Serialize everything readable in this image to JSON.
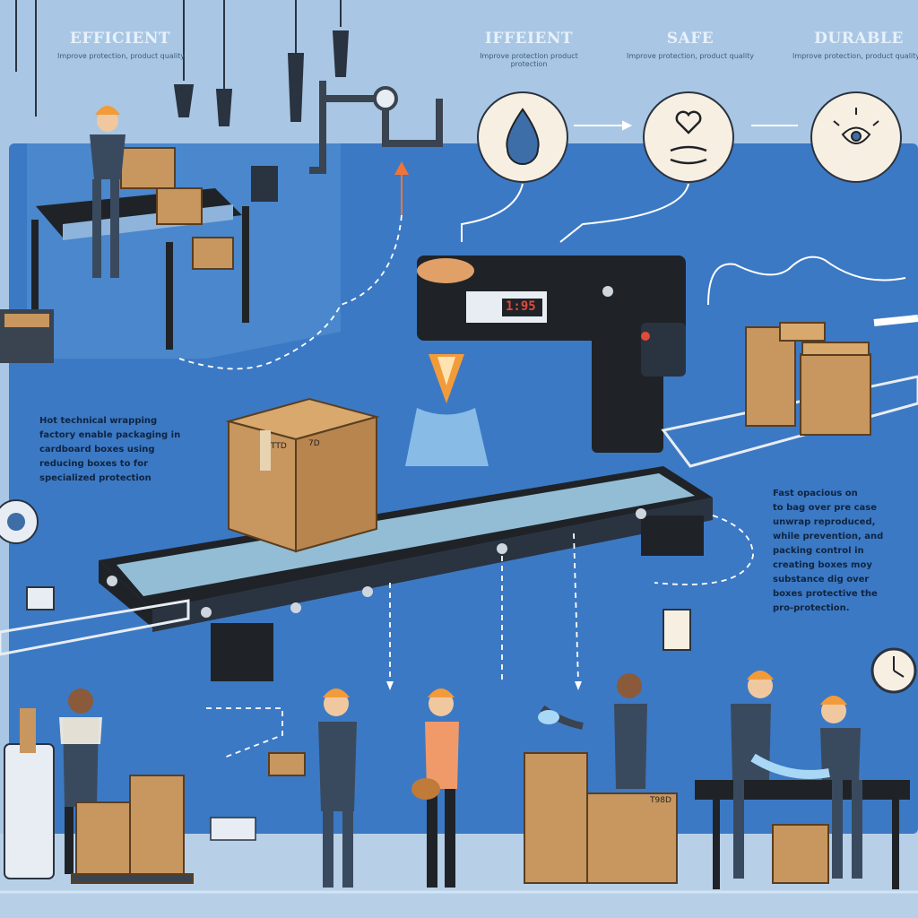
{
  "headers": [
    {
      "title": "EFFICIENT",
      "subtitle": "Improve protection, product quality"
    },
    {
      "title": "IFFEIENT",
      "subtitle": "Improve protection product protection"
    },
    {
      "title": "SAFE",
      "subtitle": "Improve protection, product quality"
    },
    {
      "title": "DURABLE",
      "subtitle": "Improve protection, product quality"
    }
  ],
  "icons": [
    "water-drop-icon",
    "heart-hands-icon",
    "sparkle-shield-icon"
  ],
  "left_blurb": [
    "Hot technical wrapping",
    "factory enable packaging in",
    "cardboard boxes using",
    "reducing boxes to for",
    "specialized protection"
  ],
  "right_blurb": [
    "Fast opacious on",
    "to bag over pre case",
    "unwrap reproduced,",
    "while prevention, and",
    "packing control in",
    "creating boxes moy",
    "substance dig over",
    "boxes protective the",
    "pro-protection."
  ],
  "machine": {
    "display": "1:95"
  },
  "box_labels": {
    "main": "TTD",
    "main2": "7D",
    "pallet": "T98D"
  },
  "colors": {
    "background": "#a9c7e4",
    "panel": "#3c79c4",
    "machine": "#1f2327",
    "box": "#c8965f",
    "hardhat": "#f29b3a",
    "apron": "#3a4a5e"
  }
}
